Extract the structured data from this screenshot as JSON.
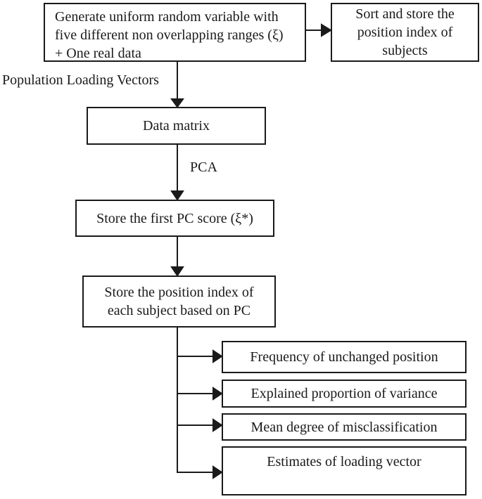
{
  "diagram": {
    "boxes": {
      "generate": {
        "lines": [
          "Generate uniform random variable with",
          "five different non overlapping ranges (ξ)",
          "+ One real data"
        ]
      },
      "sort": {
        "lines": [
          "Sort and store the",
          "position index of",
          "subjects"
        ]
      },
      "data_matrix": {
        "label": "Data matrix"
      },
      "pc_score": {
        "label": "Store the first PC score (ξ*)"
      },
      "position_index": {
        "lines": [
          "Store the position index of",
          "each subject based on PC"
        ]
      },
      "frequency": {
        "label": "Frequency of unchanged position"
      },
      "explained": {
        "label": "Explained proportion of variance"
      },
      "misclassification": {
        "label": "Mean degree of misclassification"
      },
      "estimates": {
        "label": "Estimates of loading vector"
      }
    },
    "labels": {
      "population_loading_vectors": "Population Loading Vectors",
      "pca": "PCA"
    },
    "colors": {
      "line": "#1a1a1a",
      "box_border": "#1a1a1a",
      "background": "#ffffff"
    }
  }
}
